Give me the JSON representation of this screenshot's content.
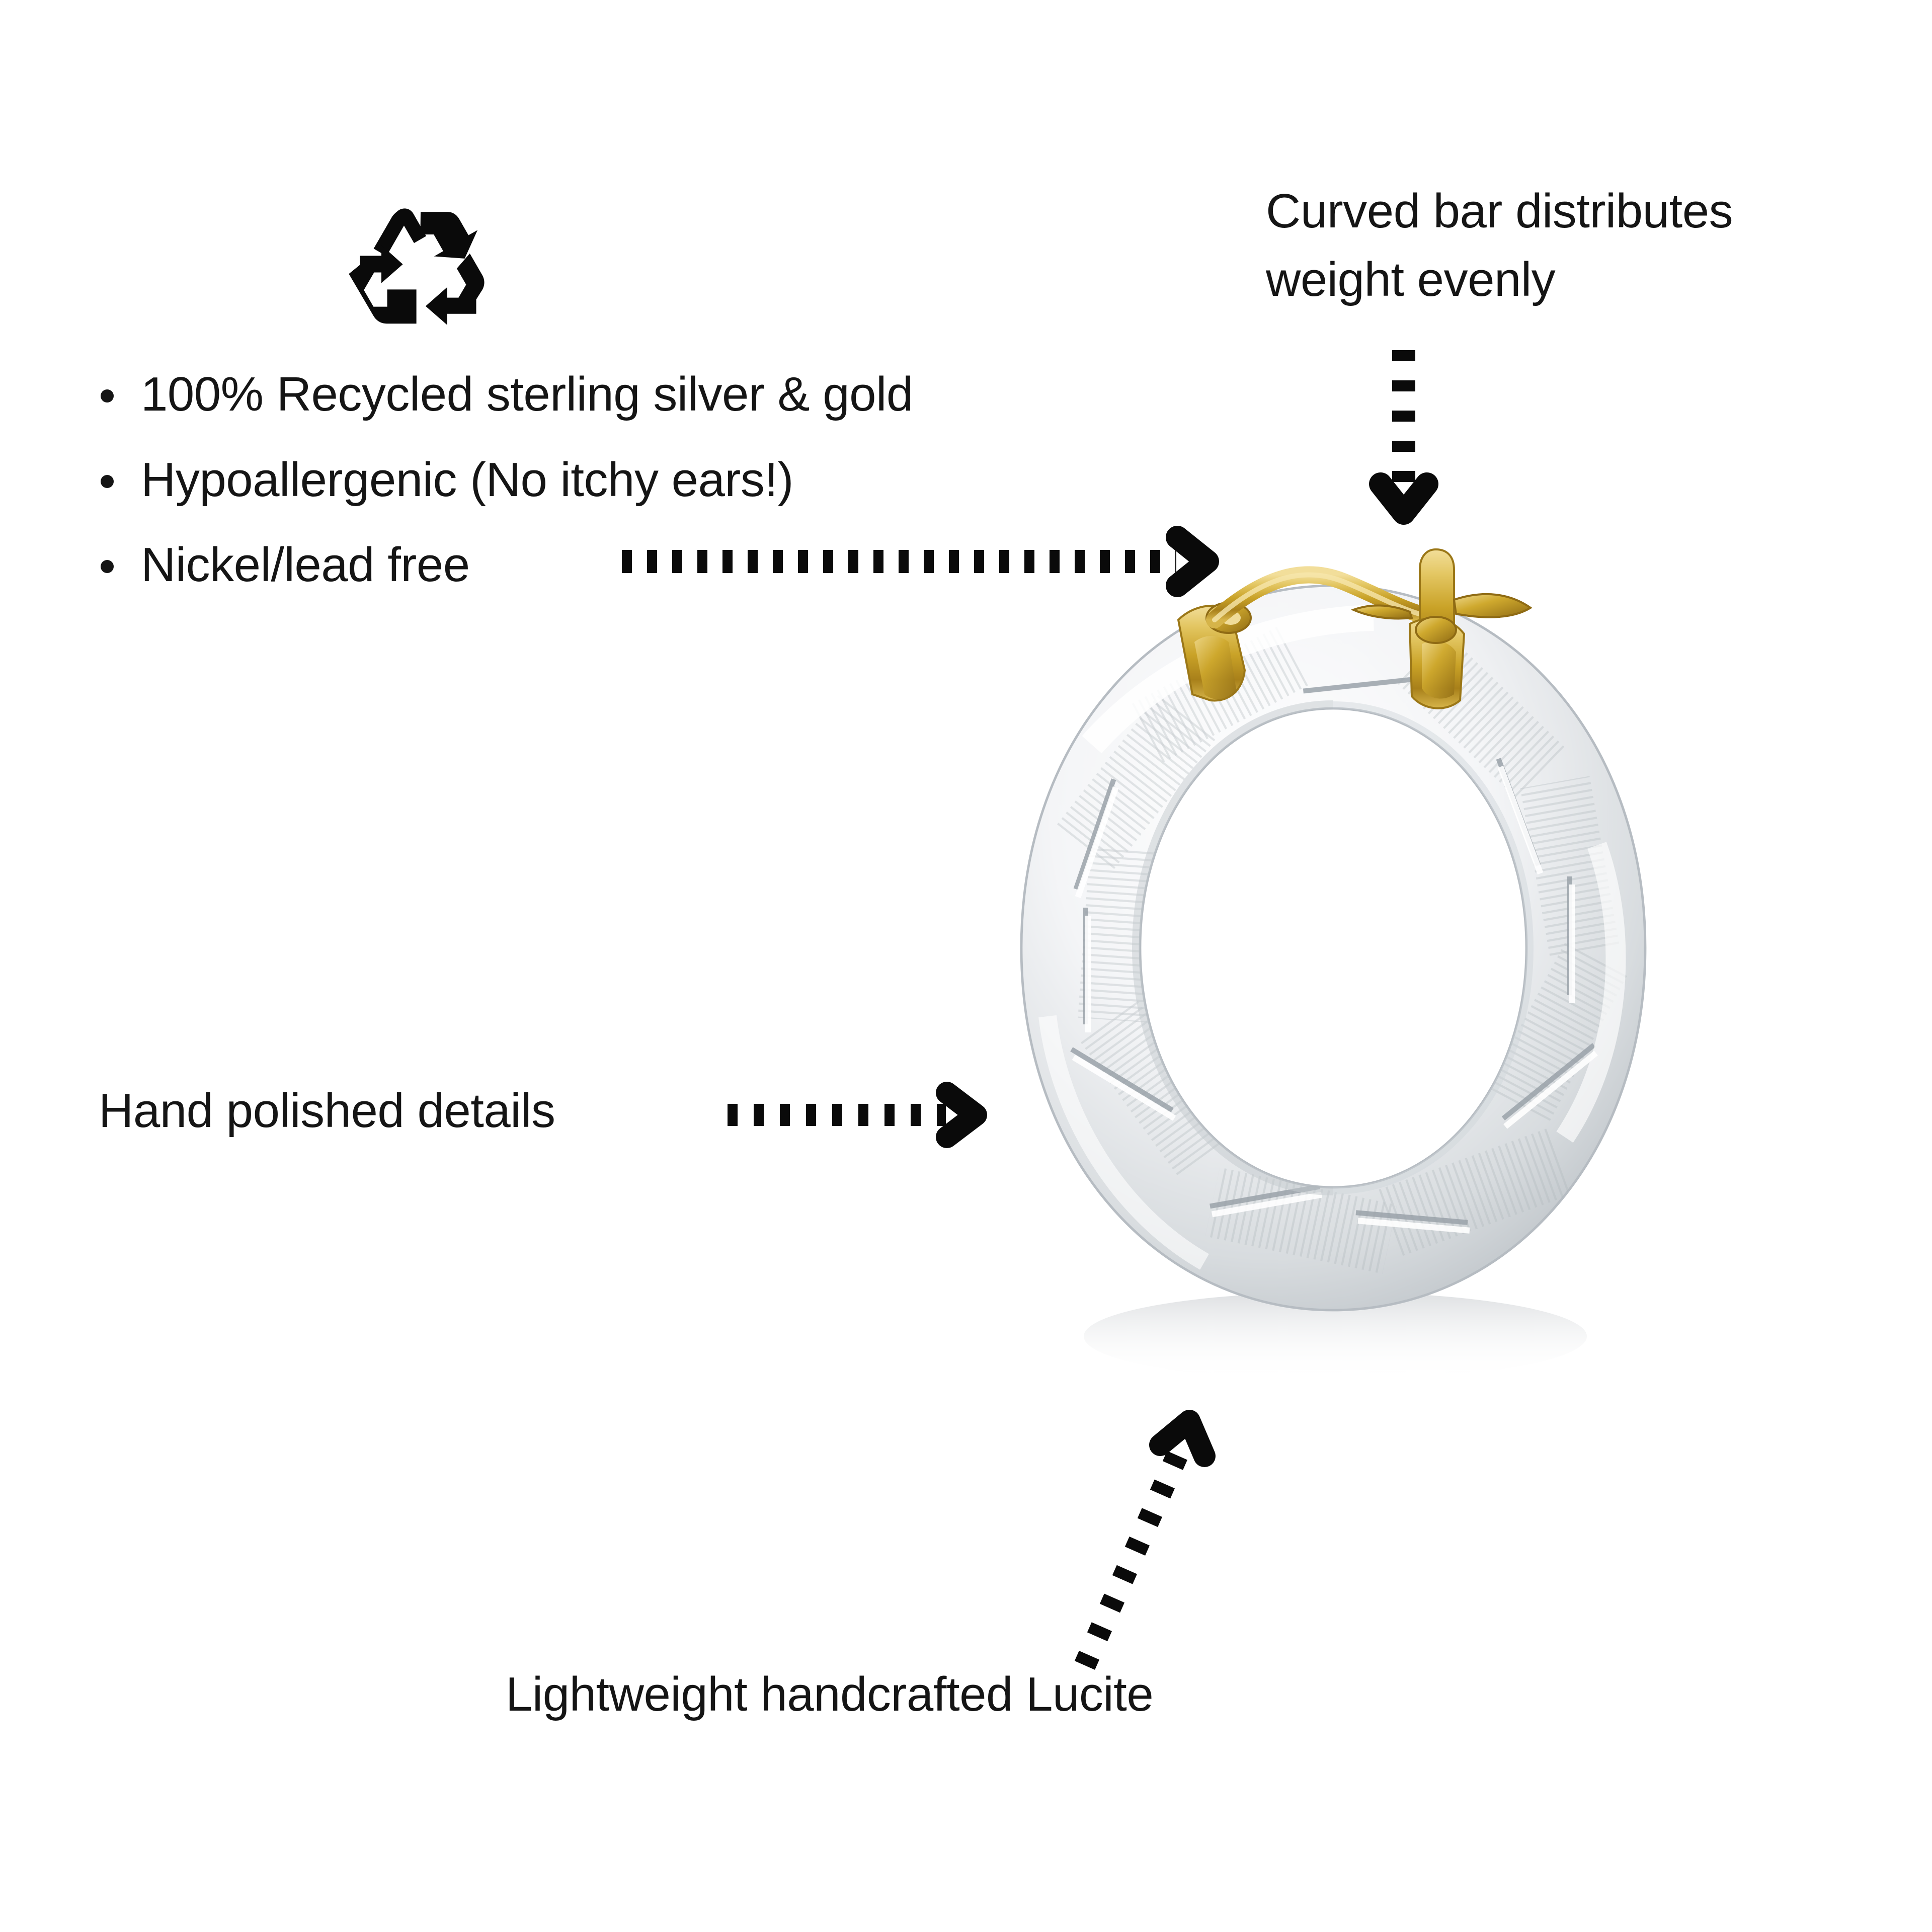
{
  "page": {
    "background_color": "#ffffff",
    "text_color": "#151515",
    "accent_gold": "#C9A227",
    "lucite_color": "#e9ecef"
  },
  "icons": {
    "recycle": "recycle-icon"
  },
  "features": {
    "items": [
      {
        "label": "100% Recycled sterling silver & gold"
      },
      {
        "label": "Hypoallergenic (No itchy ears!)"
      },
      {
        "label": "Nickel/lead free"
      }
    ]
  },
  "annotations": {
    "curved_bar": "Curved bar distributes\nweight evenly",
    "hand_polished": "Hand polished details",
    "lucite": "Lightweight handcrafted Lucite"
  },
  "product": {
    "name": "clear-lucite-bamboo-hoop-earring",
    "clasp_metal": "gold",
    "body_material": "Lucite",
    "body_style": "bamboo"
  }
}
